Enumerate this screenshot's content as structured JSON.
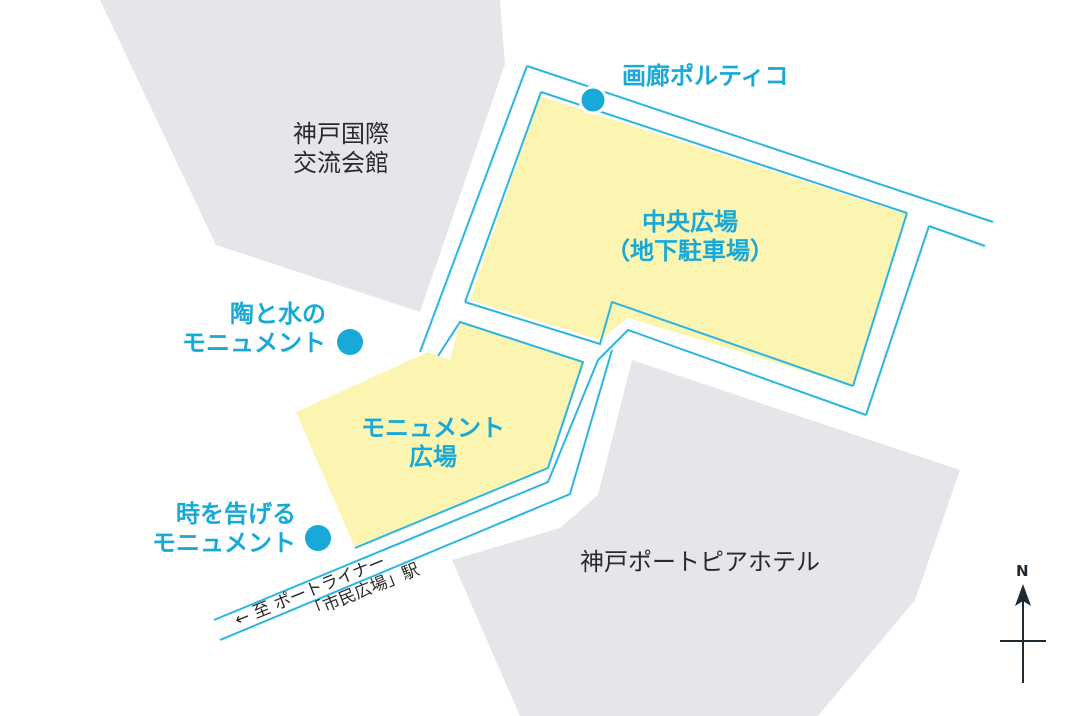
{
  "colors": {
    "building": "#e4e6e9",
    "plaza": "#fbf5b1",
    "road": "#2bb5e3",
    "accent": "#19a9d8",
    "compass": "#1e2a33"
  },
  "buildings": {
    "kobe_international_hall": {
      "line1": "神戸国際",
      "line2": "交流会館"
    },
    "portopia_hotel": {
      "label": "神戸ポートピアホテル"
    }
  },
  "plazas": {
    "central": {
      "line1": "中央広場",
      "line2": "（地下駐車場）"
    },
    "monument": {
      "line1": "モニュメント",
      "line2": "広場"
    }
  },
  "points_of_interest": {
    "gallery": {
      "label": "画廊ポルティコ"
    },
    "pottery_water": {
      "line1": "陶と水の",
      "line2": "モニュメント"
    },
    "time_telling": {
      "line1": "時を告げる",
      "line2": "モニュメント"
    }
  },
  "route": {
    "arrow": "←",
    "line1": "至 ポートライナー",
    "line2": "「市民広場」駅"
  },
  "compass": {
    "label": "N"
  }
}
